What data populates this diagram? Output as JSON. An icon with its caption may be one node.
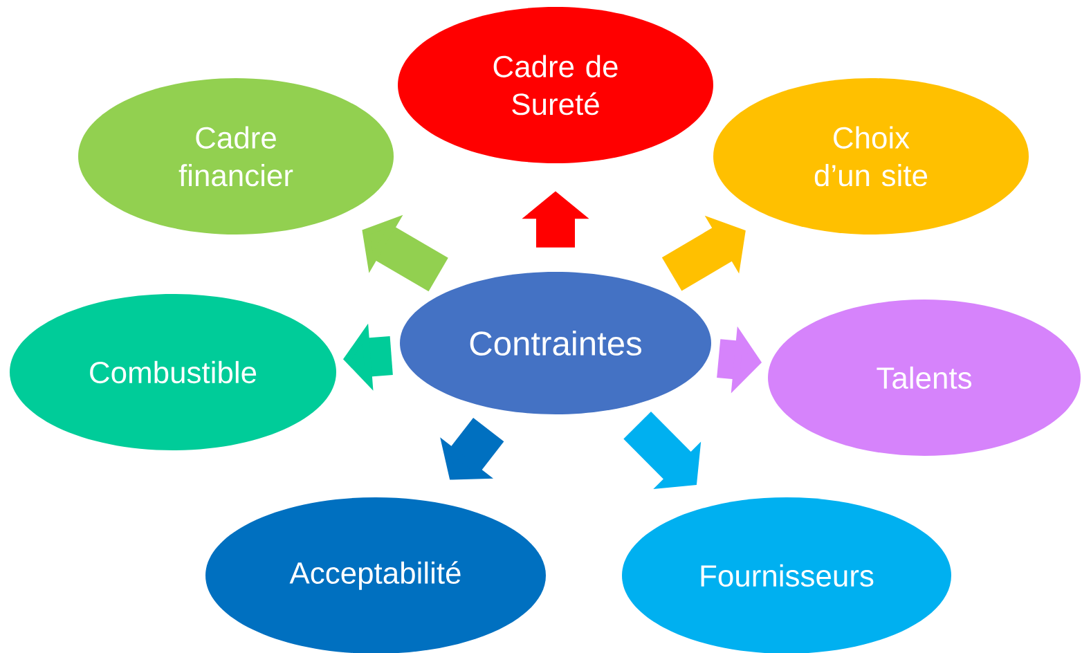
{
  "diagram": {
    "nodes": [
      {
        "text": [
          "Contraintes"
        ]
      },
      {
        "text": [
          "Cadre de Sureté"
        ]
      },
      {
        "text": [
          "Cadre financier"
        ]
      },
      {
        "text": [
          "Choix d’un site"
        ]
      },
      {
        "text": [
          "Combustible"
        ]
      },
      {
        "text": [
          "Talents"
        ]
      },
      {
        "text": [
          "Acceptabilité"
        ]
      },
      {
        "text": [
          "Fournisseurs"
        ]
      }
    ],
    "edges": [
      {
        "from": 0,
        "to": 1,
        "arrow": "to",
        "color": "#ff0000"
      },
      {
        "from": 0,
        "to": 2,
        "arrow": "to",
        "color": "#92d050"
      },
      {
        "from": 0,
        "to": 3,
        "arrow": "to",
        "color": "#ffc000"
      },
      {
        "from": 0,
        "to": 4,
        "arrow": "to",
        "color": "#00cc99"
      },
      {
        "from": 0,
        "to": 5,
        "arrow": "to",
        "color": "#d683fb"
      },
      {
        "from": 0,
        "to": 6,
        "arrow": "to",
        "color": "#0070c0"
      },
      {
        "from": 0,
        "to": 7,
        "arrow": "to",
        "color": "#00b0f0"
      }
    ]
  }
}
